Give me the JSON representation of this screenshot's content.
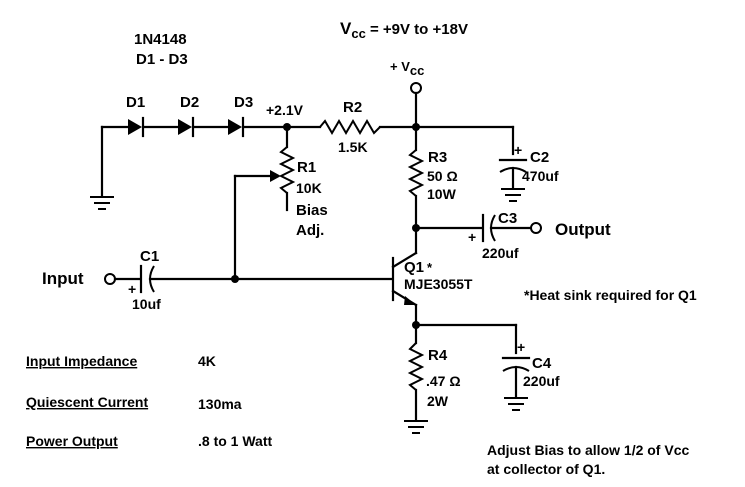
{
  "supply_range": "V",
  "supply_range_sub": "cc",
  "supply_range_value": " = +9V to +18V",
  "vcc_node_prefix": "+ V",
  "vcc_node_sub": "cc",
  "diode_type": "1N4148",
  "diode_range": "D1 - D3",
  "d1": "D1",
  "d2": "D2",
  "d3": "D3",
  "bias_voltage": "+2.1V",
  "r2": {
    "name": "R2",
    "value": "1.5K"
  },
  "r1": {
    "name": "R1",
    "value": "10K",
    "note1": "Bias",
    "note2": "Adj."
  },
  "r3": {
    "name": "R3",
    "value": "50 Ω",
    "power": "10W"
  },
  "r4": {
    "name": "R4",
    "value": ".47 Ω",
    "power": "2W"
  },
  "c1": {
    "name": "C1",
    "value": "10uf",
    "pol": "+"
  },
  "c2": {
    "name": "C2",
    "value": "470uf",
    "pol": "+"
  },
  "c3": {
    "name": "C3",
    "value": "220uf",
    "pol": "+"
  },
  "c4": {
    "name": "C4",
    "value": "220uf",
    "pol": "+"
  },
  "q1": {
    "name": "Q1",
    "mark": "*",
    "part": "MJE3055T"
  },
  "input_label": "Input",
  "output_label": "Output",
  "heatsink_note": "*Heat sink required for Q1",
  "specs": [
    {
      "label": "Input Impedance",
      "value": "4K"
    },
    {
      "label": "Quiescent Current",
      "value": "130ma"
    },
    {
      "label": "Power Output",
      "value": ".8 to 1 Watt"
    }
  ],
  "adjust_note_1": "Adjust Bias to allow 1/2 of Vcc",
  "adjust_note_2": "at collector of Q1."
}
